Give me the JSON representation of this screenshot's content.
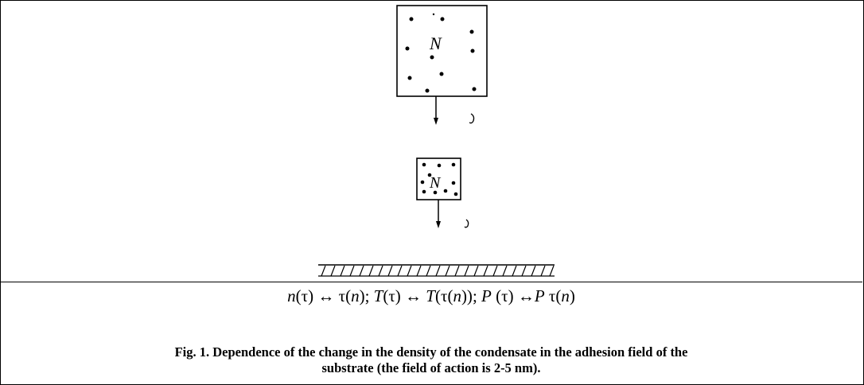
{
  "figure": {
    "box_label": "N",
    "formula": {
      "n": "n",
      "tau": "τ",
      "arrow": "↔",
      "sep": ";",
      "T": "T",
      "P": "P"
    },
    "caption_line1": "Fig. 1. Dependence of the change in the density of the condensate in the adhesion field of the",
    "caption_line2": "substrate (the field of action is 2-5 nm)."
  }
}
